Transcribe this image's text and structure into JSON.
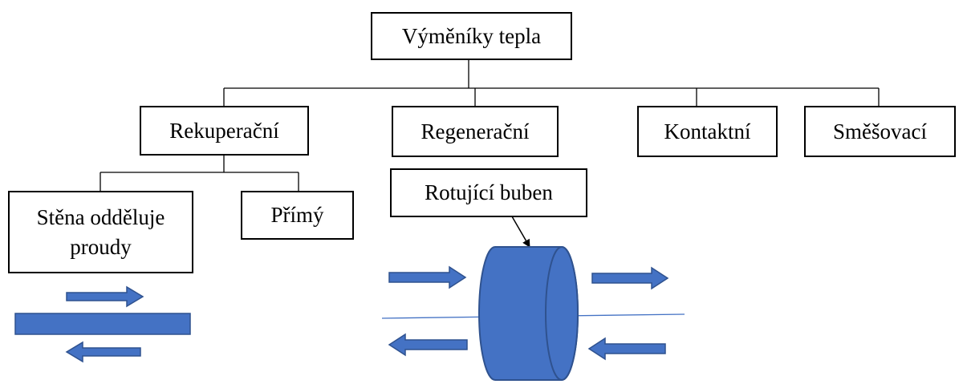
{
  "diagram": {
    "root": {
      "label": "Výměníky tepla"
    },
    "categories": [
      {
        "id": "rekuperacni",
        "label": "Rekuperační"
      },
      {
        "id": "regeneracni",
        "label": "Regenerační"
      },
      {
        "id": "kontaktni",
        "label": "Kontaktní"
      },
      {
        "id": "smesovaci",
        "label": "Směšovací"
      }
    ],
    "subtypes": {
      "rekuperacni": [
        {
          "id": "stena",
          "label_lines": [
            "Stěna odděluje",
            "proudy"
          ]
        },
        {
          "id": "primy",
          "label": "Přímý"
        }
      ],
      "regeneracni": [
        {
          "id": "buben",
          "label": "Rotující buben"
        }
      ]
    },
    "colors": {
      "shape_fill": "#4472c4",
      "shape_outline": "#2f528f",
      "lines": "#000000",
      "axis_line": "#4472c4"
    }
  }
}
